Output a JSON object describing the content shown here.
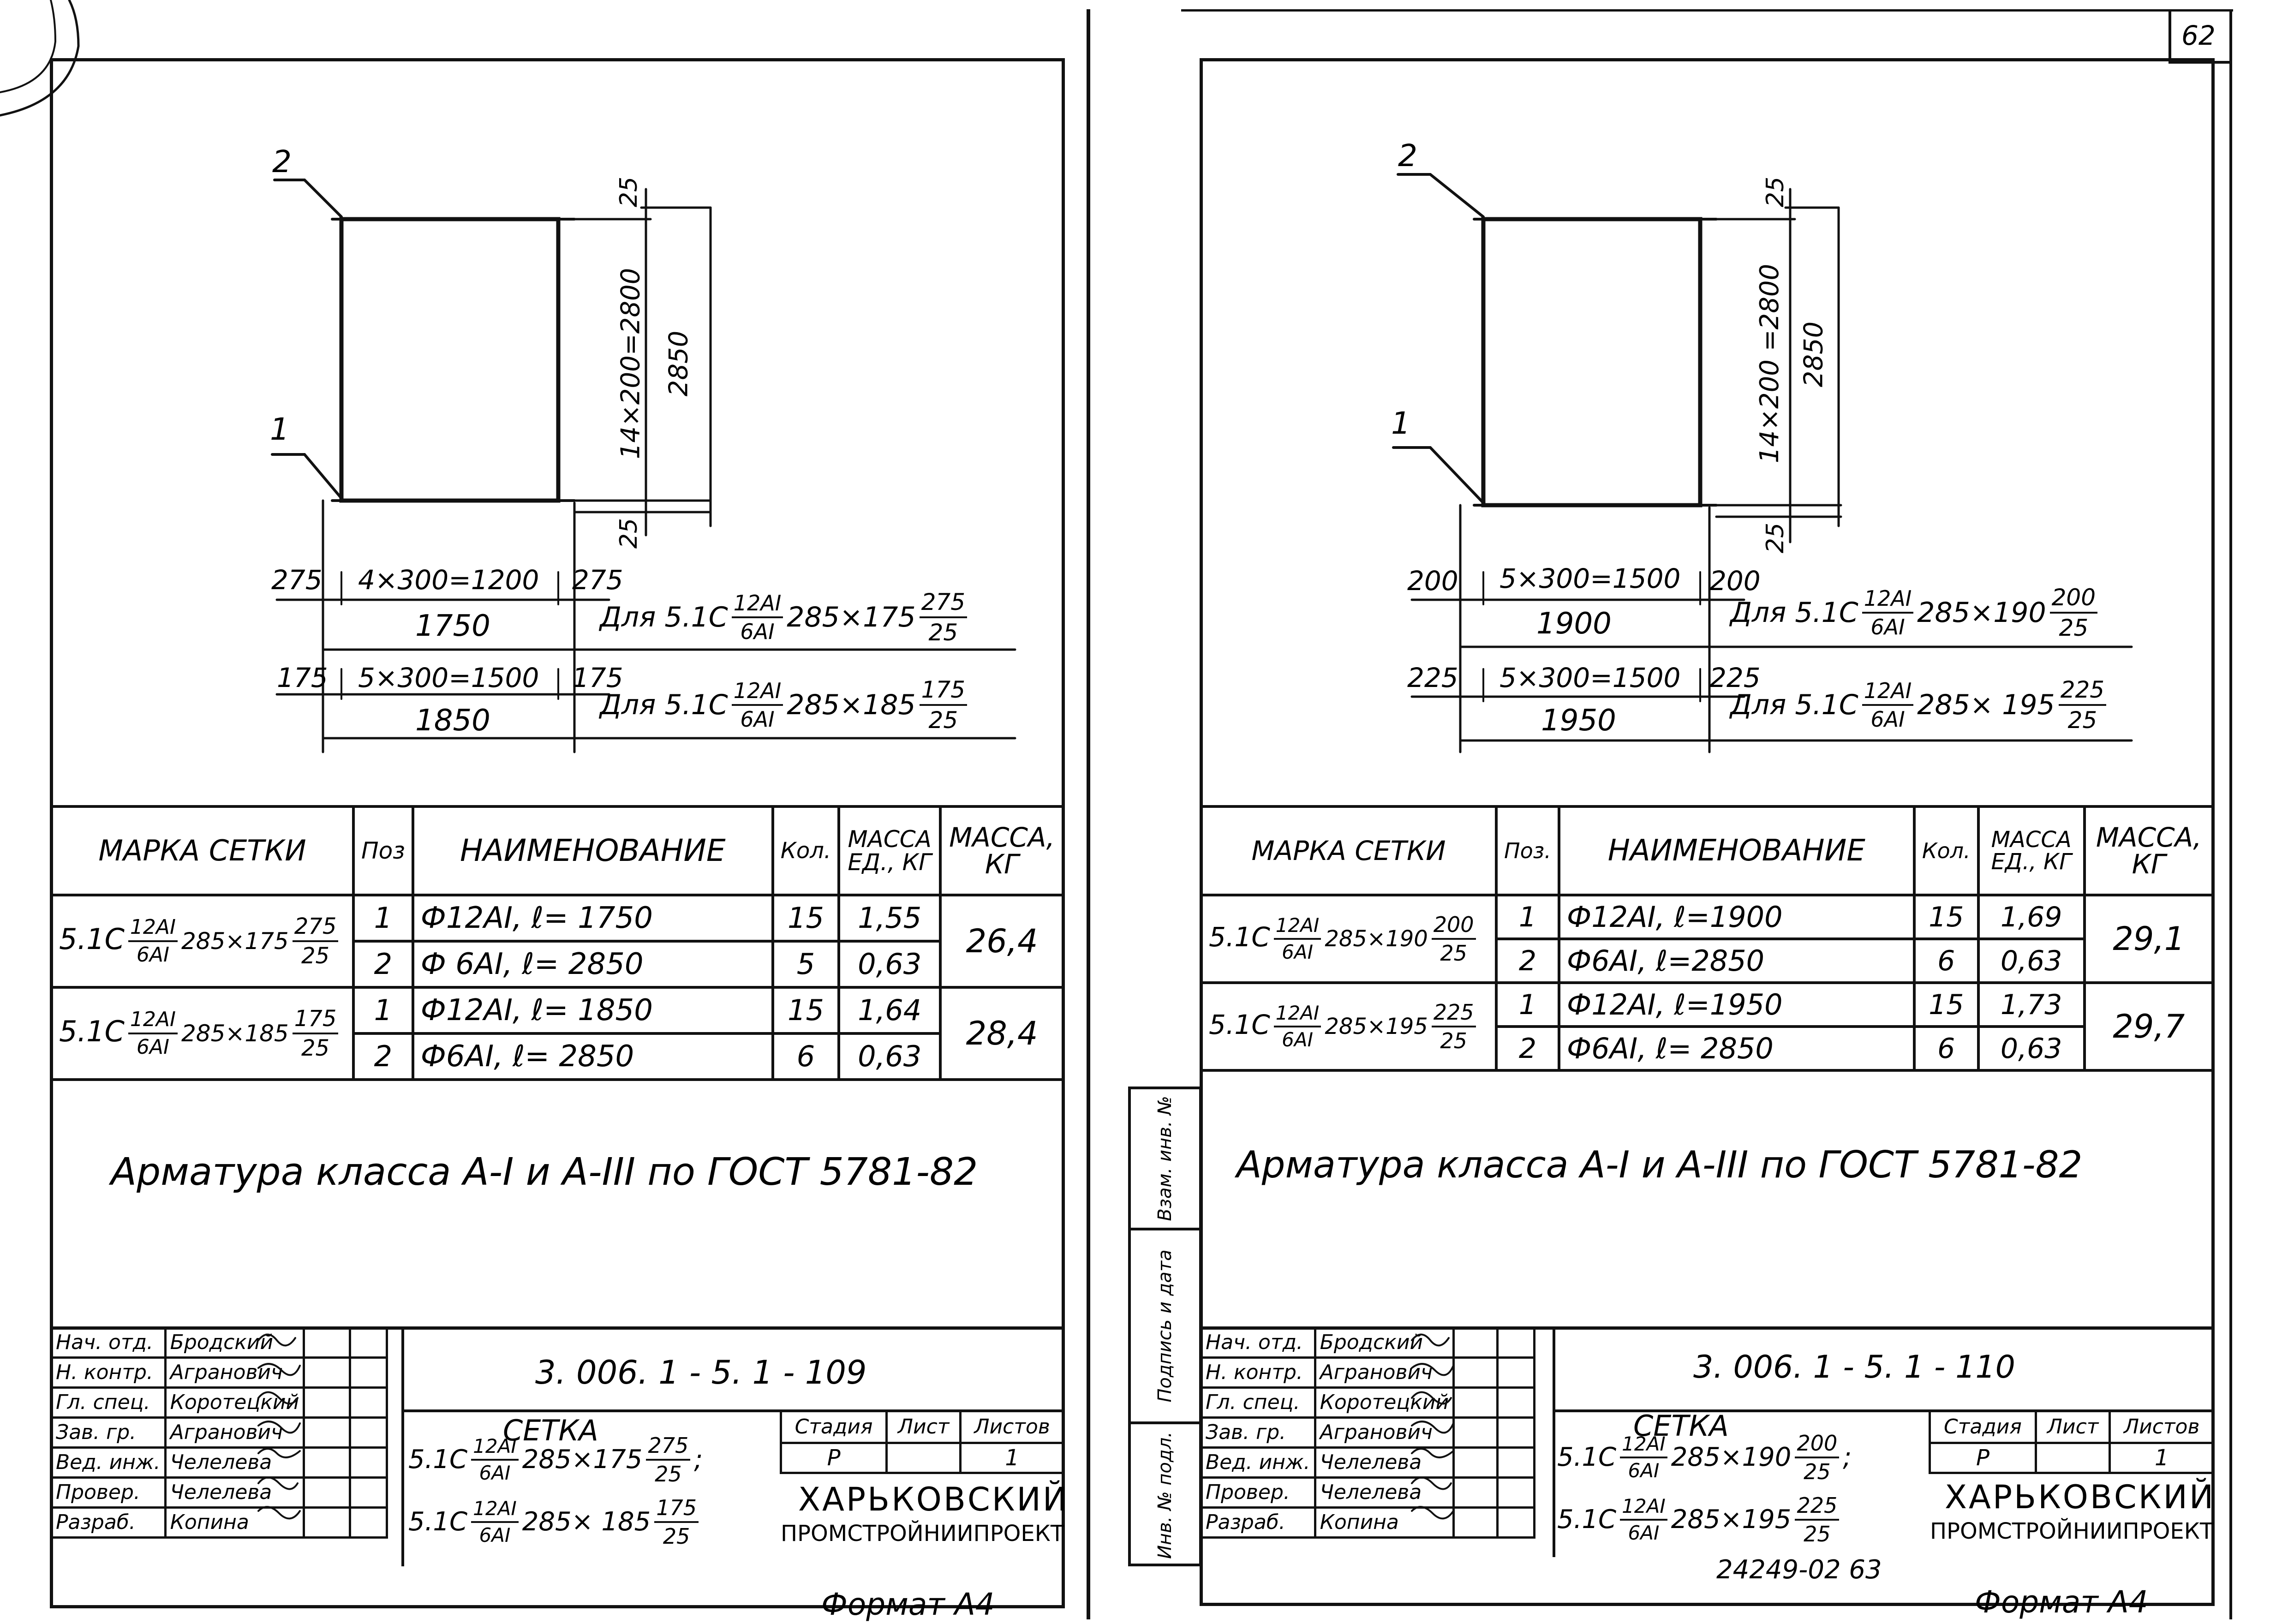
{
  "page_number": "62",
  "stamp_text": "24249-02 63",
  "left_sheet": {
    "pos_labels": [
      "2",
      "1"
    ],
    "dims": {
      "top_small": "25",
      "bottom_small": "25",
      "height_spacing": "14×200=2800",
      "height_total": "2850",
      "row1_left": "275",
      "row1_spacing": "4×300=1200",
      "row1_right": "275",
      "row1_total": "1750",
      "row1_note_prefix": "Для 5.1С",
      "row1_note_frac_num": "12АI",
      "row1_note_frac_den": "6АI",
      "row1_note_size": "285×175",
      "row1_note_end_num": "275",
      "row1_note_end_den": "25",
      "row2_left": "175",
      "row2_spacing": "5×300=1500",
      "row2_right": "175",
      "row2_total": "1850",
      "row2_note_prefix": "Для 5.1С",
      "row2_note_frac_num": "12АI",
      "row2_note_frac_den": "6АI",
      "row2_note_size": "285×185",
      "row2_note_end_num": "175",
      "row2_note_end_den": "25"
    },
    "spec": {
      "headers": [
        "МАРКА СЕТКИ",
        "Поз",
        "НАИМЕНОВАНИЕ",
        "Кол.",
        "МАССА ЕД., КГ",
        "МАССА, КГ"
      ],
      "rows": [
        {
          "mark_prefix": "5.1С",
          "mark_num": "12АI",
          "mark_den": "6АI",
          "mark_size": "285×175",
          "mark_end_num": "275",
          "mark_end_den": "25",
          "items": [
            {
              "pos": "1",
              "name": "Ф12АI,  ℓ= 1750",
              "qty": "15",
              "mass_unit": "1,55"
            },
            {
              "pos": "2",
              "name": "Ф 6АI,  ℓ= 2850",
              "qty": "5",
              "mass_unit": "0,63"
            }
          ],
          "mass_total": "26,4"
        },
        {
          "mark_prefix": "5.1С",
          "mark_num": "12АI",
          "mark_den": "6АI",
          "mark_size": "285×185",
          "mark_end_num": "175",
          "mark_end_den": "25",
          "items": [
            {
              "pos": "1",
              "name": "Ф12АI,  ℓ= 1850",
              "qty": "15",
              "mass_unit": "1,64"
            },
            {
              "pos": "2",
              "name": "Ф6АI,  ℓ= 2850",
              "qty": "6",
              "mass_unit": "0,63"
            }
          ],
          "mass_total": "28,4"
        }
      ]
    },
    "note": "Арматура  класса  А-I  и  А-III  по  ГОСТ  5781-82",
    "title_block": {
      "people": [
        {
          "role": "Нач. отд.",
          "name": "Бродский"
        },
        {
          "role": "Н. контр.",
          "name": "Агранович"
        },
        {
          "role": "Гл. спец.",
          "name": "Коротецкий"
        },
        {
          "role": "Зав. гр.",
          "name": "Агранович"
        },
        {
          "role": "Вед. инж.",
          "name": "Челелева"
        },
        {
          "role": "Провер.",
          "name": "Челелева"
        },
        {
          "role": "Разраб.",
          "name": "Копина"
        }
      ],
      "doc_code": "3. 006. 1 - 5. 1 - 109",
      "title": "СЕТКА",
      "line1_prefix": "5.1С",
      "line1_num": "12АI",
      "line1_den": "6АI",
      "line1_size": "285×175",
      "line1_end_num": "275",
      "line1_end_den": "25",
      "line1_sep": ";",
      "line2_prefix": "5.1С",
      "line2_num": "12АI",
      "line2_den": "6АI",
      "line2_size": "285× 185",
      "line2_end_num": "175",
      "line2_end_den": "25",
      "stage_label": "Стадия",
      "sheet_label": "Лист",
      "sheets_label": "Листов",
      "stage": "Р",
      "sheets": "1",
      "org1": "ХАРЬКОВСКИЙ",
      "org2": "ПРОМСТРОЙНИИПРОЕКТ"
    },
    "format": "Формат А4"
  },
  "right_sheet": {
    "pos_labels": [
      "2",
      "1"
    ],
    "side_labels": [
      "Инв. № подл.",
      "Подпись и дата",
      "Взам. инв. №"
    ],
    "dims": {
      "top_small": "25",
      "bottom_small": "25",
      "height_spacing": "14×200 =2800",
      "height_total": "2850",
      "row1_left": "200",
      "row1_spacing": "5×300=1500",
      "row1_right": "200",
      "row1_total": "1900",
      "row1_note_prefix": "Для 5.1С",
      "row1_note_frac_num": "12АI",
      "row1_note_frac_den": "6АI",
      "row1_note_size": "285×190",
      "row1_note_end_num": "200",
      "row1_note_end_den": "25",
      "row2_left": "225",
      "row2_spacing": "5×300=1500",
      "row2_right": "225",
      "row2_total": "1950",
      "row2_note_prefix": "Для 5.1С",
      "row2_note_frac_num": "12АI",
      "row2_note_frac_den": "6АI",
      "row2_note_size": "285× 195",
      "row2_note_end_num": "225",
      "row2_note_end_den": "25"
    },
    "spec": {
      "headers": [
        "МАРКА СЕТКИ",
        "Поз.",
        "НАИМЕНОВАНИЕ",
        "Кол.",
        "МАССА ЕД., КГ",
        "МАССА, КГ"
      ],
      "rows": [
        {
          "mark_prefix": "5.1С",
          "mark_num": "12АI",
          "mark_den": "6АI",
          "mark_size": "285×190",
          "mark_end_num": "200",
          "mark_end_den": "25",
          "items": [
            {
              "pos": "1",
              "name": "Ф12АI,  ℓ=1900",
              "qty": "15",
              "mass_unit": "1,69"
            },
            {
              "pos": "2",
              "name": "Ф6АI,  ℓ=2850",
              "qty": "6",
              "mass_unit": "0,63"
            }
          ],
          "mass_total": "29,1"
        },
        {
          "mark_prefix": "5.1С",
          "mark_num": "12АI",
          "mark_den": "6АI",
          "mark_size": "285×195",
          "mark_end_num": "225",
          "mark_end_den": "25",
          "items": [
            {
              "pos": "1",
              "name": "Ф12АI,  ℓ=1950",
              "qty": "15",
              "mass_unit": "1,73"
            },
            {
              "pos": "2",
              "name": "Ф6АI,  ℓ= 2850",
              "qty": "6",
              "mass_unit": "0,63"
            }
          ],
          "mass_total": "29,7"
        }
      ]
    },
    "note": "Арматура  класса  А-I  и  А-III  по  ГОСТ 5781-82",
    "title_block": {
      "people": [
        {
          "role": "Нач. отд.",
          "name": "Бродский"
        },
        {
          "role": "Н. контр.",
          "name": "Агранович"
        },
        {
          "role": "Гл. спец.",
          "name": "Коротецкий"
        },
        {
          "role": "Зав. гр.",
          "name": "Агранович"
        },
        {
          "role": "Вед. инж.",
          "name": "Челелева"
        },
        {
          "role": "Провер.",
          "name": "Челелева"
        },
        {
          "role": "Разраб.",
          "name": "Копина"
        }
      ],
      "doc_code": "3. 006. 1 - 5. 1 - 110",
      "title": "СЕТКА",
      "line1_prefix": "5.1С",
      "line1_num": "12АI",
      "line1_den": "6АI",
      "line1_size": "285×190",
      "line1_end_num": "200",
      "line1_end_den": "25",
      "line1_sep": ";",
      "line2_prefix": "5.1С",
      "line2_num": "12АI",
      "line2_den": "6АI",
      "line2_size": "285×195",
      "line2_end_num": "225",
      "line2_end_den": "25",
      "stage_label": "Стадия",
      "sheet_label": "Лист",
      "sheets_label": "Листов",
      "stage": "Р",
      "sheets": "1",
      "org1": "ХАРЬКОВСКИЙ",
      "org2": "ПРОМСТРОЙНИИПРОЕКТ"
    },
    "format": "Формат А4"
  }
}
